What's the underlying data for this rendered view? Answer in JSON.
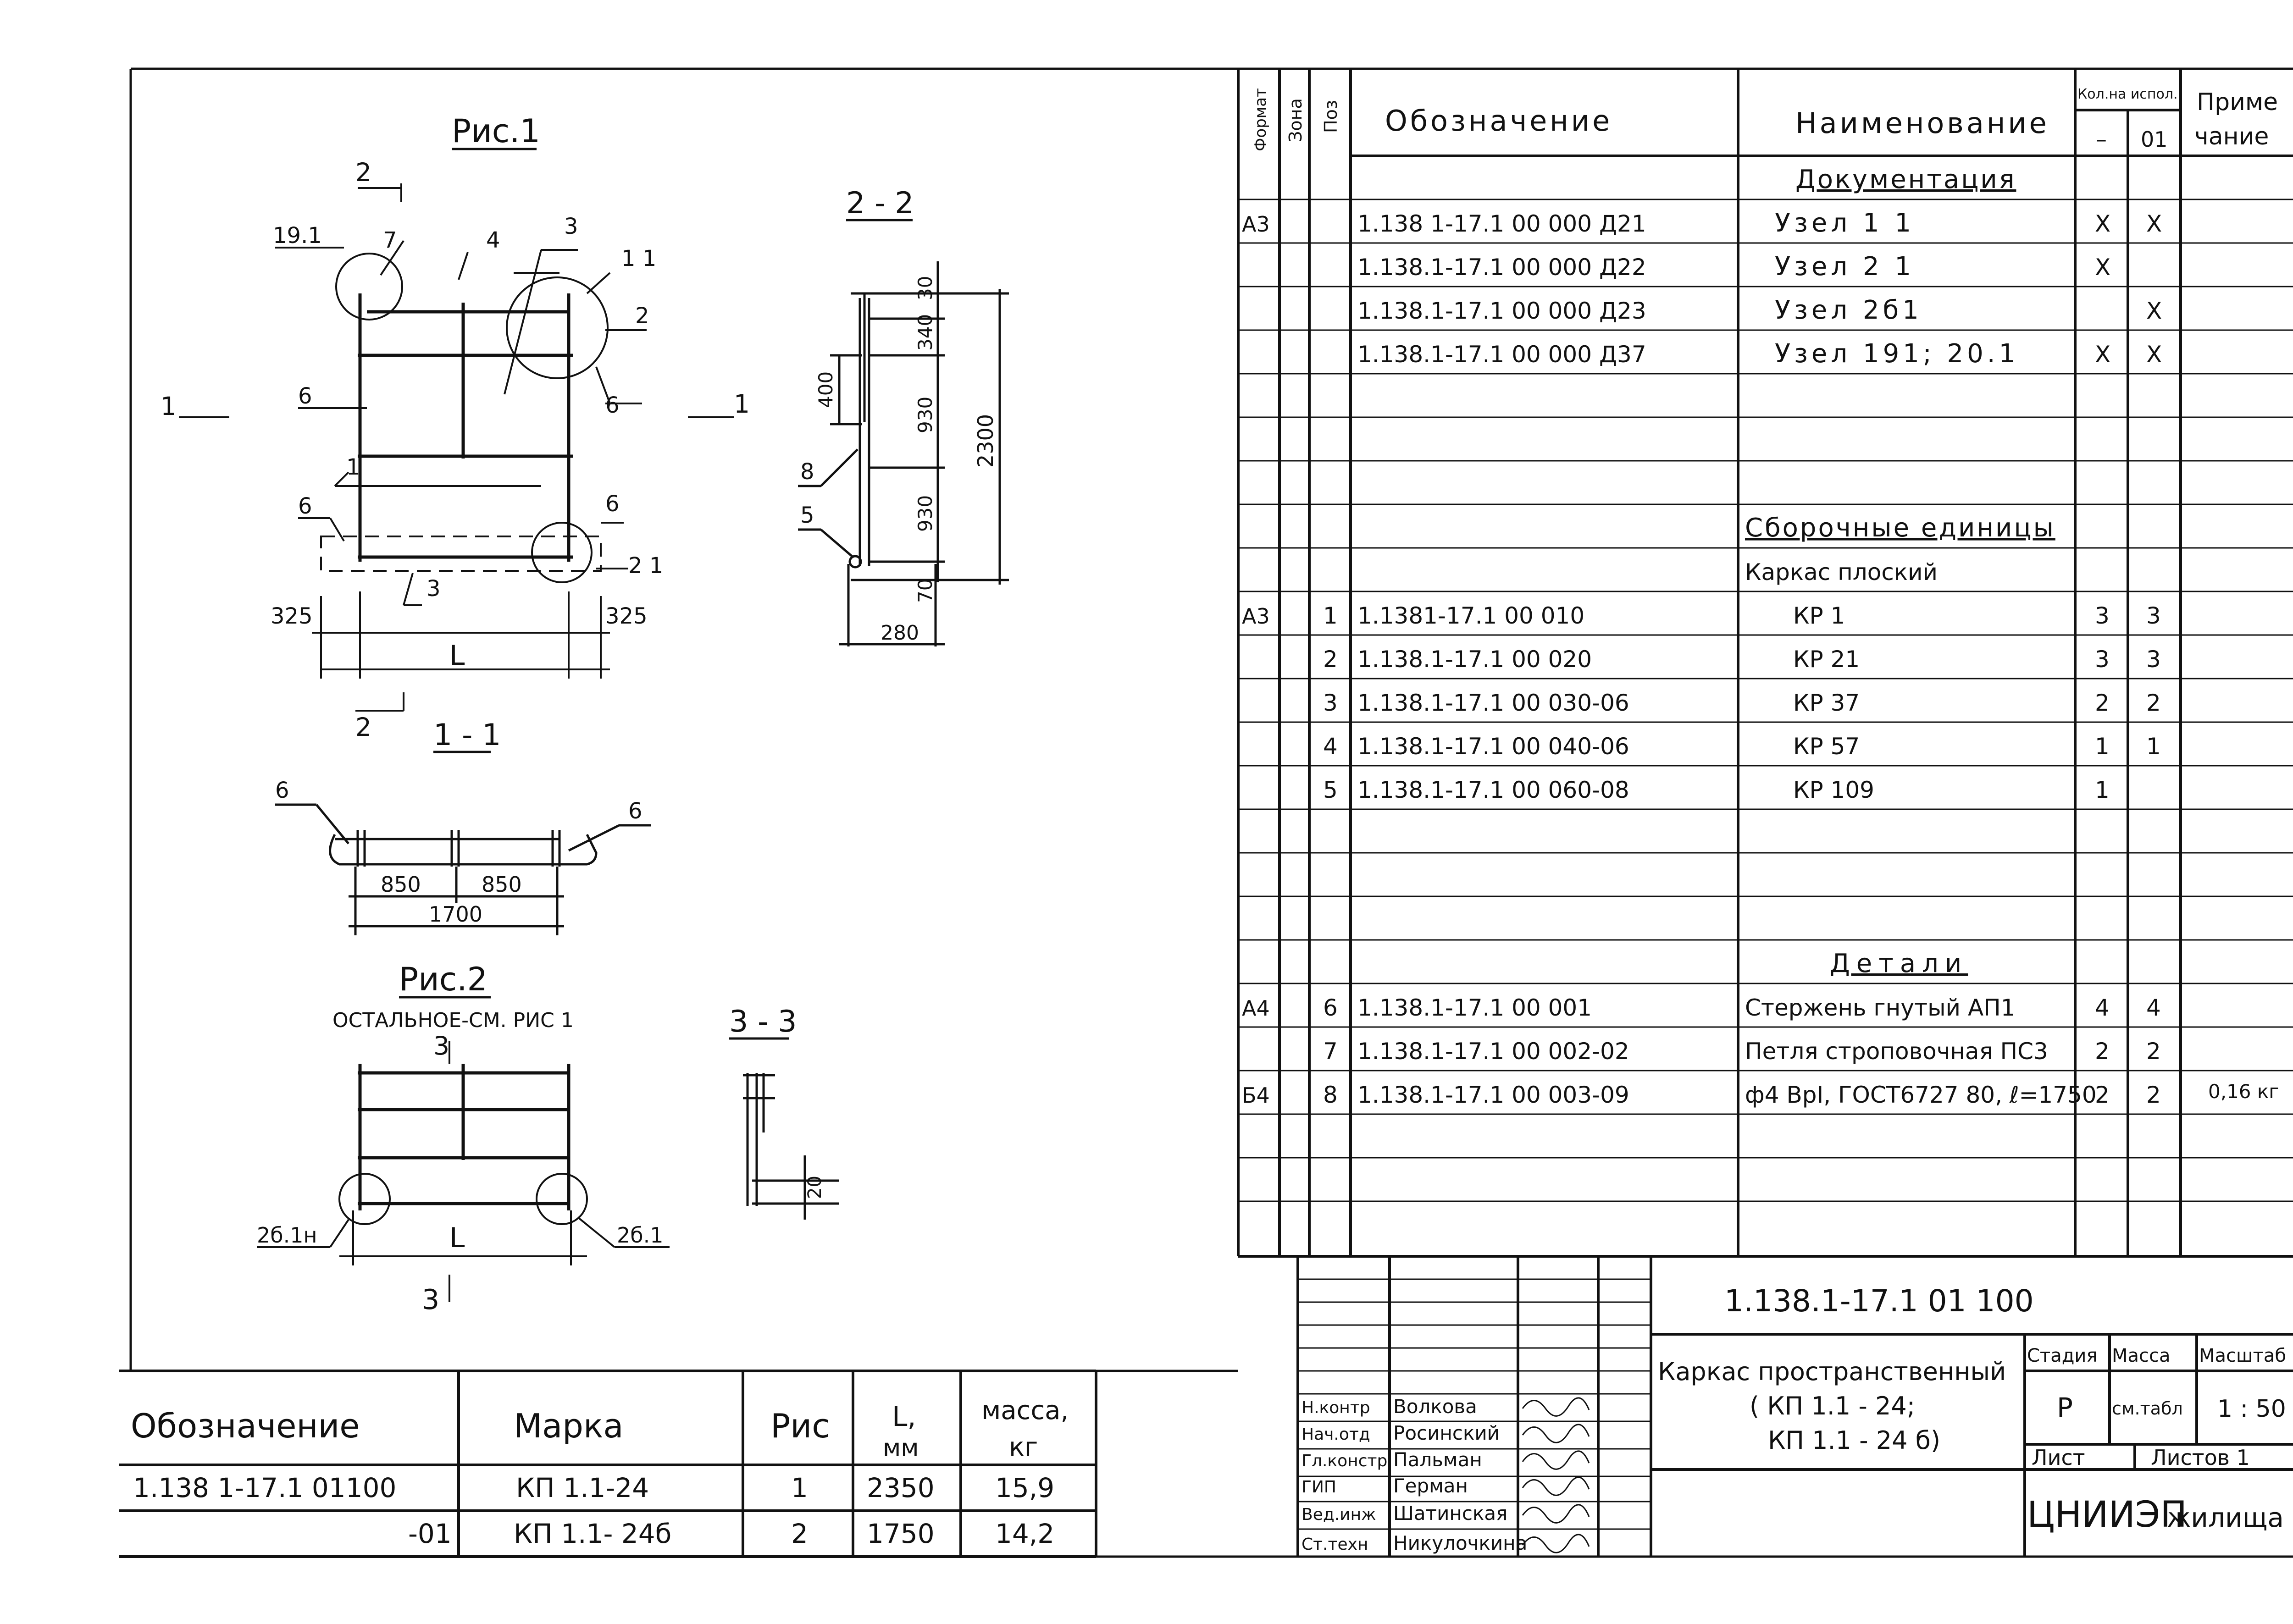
{
  "drawing": {
    "fig1_title": "Рис.1",
    "fig2_title": "Рис.2",
    "fig2_note": "ОСТАЛЬНОЕ-СМ. РИС 1",
    "section_1_1": "1 - 1",
    "section_2_2": "2 - 2",
    "section_3_3": "3 - 3",
    "fig1_labels": {
      "node_19_1": "19.1",
      "pos7": "7",
      "pos4": "4",
      "pos3_top": "3",
      "node_1_1": "1 1",
      "pos2_right": "2",
      "pos6_left": "6",
      "pos6_right": "6",
      "pos1": "1",
      "pos6_lower_left": "6",
      "pos6_lower_right": "6",
      "node_2_1": "2 1",
      "pos3_bottom": "3",
      "cut_2_top": "2",
      "cut_2_bottom": "2",
      "cut_1_left": "1",
      "cut_1_right": "1",
      "dim_325_left": "325",
      "dim_325_right": "325",
      "dim_L": "L"
    },
    "sec22_labels": {
      "dim_30": "30",
      "dim_340": "340",
      "dim_930_top": "930",
      "dim_930_bottom": "930",
      "dim_70": "70",
      "dim_2300": "2300",
      "dim_400": "400",
      "dim_280": "280",
      "pos8": "8",
      "pos5": "5"
    },
    "sec11_labels": {
      "pos6_left": "6",
      "pos6_right": "6",
      "dim_850_left": "850",
      "dim_850_right": "850",
      "dim_1700": "1700"
    },
    "fig2_labels": {
      "cut_3_top": "3",
      "cut_3_bottom": "3",
      "node_26_1n": "2б.1н",
      "node_26_1": "2б.1",
      "dim_L": "L"
    },
    "sec33_labels": {
      "dim_20": "20"
    }
  },
  "marks_table": {
    "headers": {
      "designation": "Обозначение",
      "mark": "Марка",
      "fig": "Рис",
      "length": "L,",
      "length_unit": "мм",
      "mass": "масса,",
      "mass_unit": "кг"
    },
    "rows": [
      {
        "designation": "1.138 1-17.1  01100",
        "mark": "КП 1.1-24",
        "fig": "1",
        "length": "2350",
        "mass": "15,9"
      },
      {
        "designation": "-01",
        "mark": "КП 1.1- 24б",
        "fig": "2",
        "length": "1750",
        "mass": "14,2"
      }
    ]
  },
  "spec": {
    "headers": {
      "format": "Формат",
      "zone": "Зона",
      "pos": "Поз",
      "designation": "Обозначение",
      "name": "Наименование",
      "qty": "Кол.на испол.",
      "qty_dash": "–",
      "qty_01": "01",
      "note_1": "Приме",
      "note_2": "чание"
    },
    "rows": [
      {
        "format": "",
        "pos": "",
        "designation": "",
        "name": "Документация",
        "q1": "",
        "q2": "",
        "note": "",
        "heading": true
      },
      {
        "format": "А3",
        "pos": "",
        "designation": "1.138 1-17.1  00 000 Д21",
        "name": "Узел 1 1",
        "q1": "X",
        "q2": "X",
        "note": ""
      },
      {
        "format": "",
        "pos": "",
        "designation": "1.138.1-17.1  00 000 Д22",
        "name": "Узел 2 1",
        "q1": "X",
        "q2": "",
        "note": ""
      },
      {
        "format": "",
        "pos": "",
        "designation": "1.138.1-17.1  00 000 Д23",
        "name": "Узел 2б1",
        "q1": "",
        "q2": "X",
        "note": ""
      },
      {
        "format": "",
        "pos": "",
        "designation": "1.138.1-17.1  00 000 Д37",
        "name": "Узел 191; 20.1",
        "q1": "X",
        "q2": "X",
        "note": ""
      },
      {
        "format": "",
        "pos": "",
        "designation": "",
        "name": "",
        "q1": "",
        "q2": "",
        "note": ""
      },
      {
        "format": "",
        "pos": "",
        "designation": "",
        "name": "",
        "q1": "",
        "q2": "",
        "note": ""
      },
      {
        "format": "",
        "pos": "",
        "designation": "",
        "name": "",
        "q1": "",
        "q2": "",
        "note": ""
      },
      {
        "format": "",
        "pos": "",
        "designation": "",
        "name": "Сборочные единицы",
        "q1": "",
        "q2": "",
        "note": "",
        "heading": true
      },
      {
        "format": "",
        "pos": "",
        "designation": "",
        "name": "Каркас плоский",
        "q1": "",
        "q2": "",
        "note": ""
      },
      {
        "format": "А3",
        "pos": "1",
        "designation": "1.1381-17.1    00 010",
        "name": "КР 1",
        "q1": "3",
        "q2": "3",
        "note": ""
      },
      {
        "format": "",
        "pos": "2",
        "designation": "1.138.1-17.1    00 020",
        "name": "КР 21",
        "q1": "3",
        "q2": "3",
        "note": ""
      },
      {
        "format": "",
        "pos": "3",
        "designation": "1.138.1-17.1    00 030-06",
        "name": "КР 37",
        "q1": "2",
        "q2": "2",
        "note": ""
      },
      {
        "format": "",
        "pos": "4",
        "designation": "1.138.1-17.1    00 040-06",
        "name": "КР 57",
        "q1": "1",
        "q2": "1",
        "note": ""
      },
      {
        "format": "",
        "pos": "5",
        "designation": "1.138.1-17.1    00 060-08",
        "name": "КР 109",
        "q1": "1",
        "q2": "",
        "note": ""
      },
      {
        "format": "",
        "pos": "",
        "designation": "",
        "name": "",
        "q1": "",
        "q2": "",
        "note": ""
      },
      {
        "format": "",
        "pos": "",
        "designation": "",
        "name": "",
        "q1": "",
        "q2": "",
        "note": ""
      },
      {
        "format": "",
        "pos": "",
        "designation": "",
        "name": "",
        "q1": "",
        "q2": "",
        "note": ""
      },
      {
        "format": "",
        "pos": "",
        "designation": "",
        "name": "Детали",
        "q1": "",
        "q2": "",
        "note": "",
        "heading": true
      },
      {
        "format": "А4",
        "pos": "6",
        "designation": "1.138.1-17.1    00 001",
        "name": "Стержень гнутый АП1",
        "q1": "4",
        "q2": "4",
        "note": ""
      },
      {
        "format": "",
        "pos": "7",
        "designation": "1.138.1-17.1    00 002-02",
        "name": "Петля строповочная ПС3",
        "q1": "2",
        "q2": "2",
        "note": ""
      },
      {
        "format": "Б4",
        "pos": "8",
        "designation": "1.138.1-17.1    00 003-09",
        "name": "ф4 ВрI, ГОСТ6727 80, ℓ=1750",
        "q1": "2",
        "q2": "2",
        "note": "0,16 кг"
      },
      {
        "format": "",
        "pos": "",
        "designation": "",
        "name": "",
        "q1": "",
        "q2": "",
        "note": ""
      },
      {
        "format": "",
        "pos": "",
        "designation": "",
        "name": "",
        "q1": "",
        "q2": "",
        "note": ""
      }
    ]
  },
  "title_block": {
    "doc_code": "1.138.1-17.1  01 100",
    "product_name_1": "Каркас пространственный",
    "product_name_2": "( КП 1.1 - 24;",
    "product_name_3": "КП 1.1 - 24 б)",
    "stage_label": "Стадия",
    "mass_label": "Масса",
    "scale_label": "Масштаб",
    "stage_value": "Р",
    "mass_value": "см.табл",
    "scale_value": "1 : 50",
    "sheet_label": "Лист",
    "sheets_label": "Листов 1",
    "org_1": "ЦНИИЭП",
    "org_2": "жилища",
    "signatures": [
      {
        "role": "Н.контр",
        "name": "Волкова"
      },
      {
        "role": "Нач.отд",
        "name": "Росинский"
      },
      {
        "role": "Гл.констр",
        "name": "Пальман"
      },
      {
        "role": "ГИП",
        "name": "Герман"
      },
      {
        "role": "Вед.инж",
        "name": "Шатинская"
      },
      {
        "role": "Ст.техн",
        "name": "Никулочкина"
      }
    ]
  }
}
